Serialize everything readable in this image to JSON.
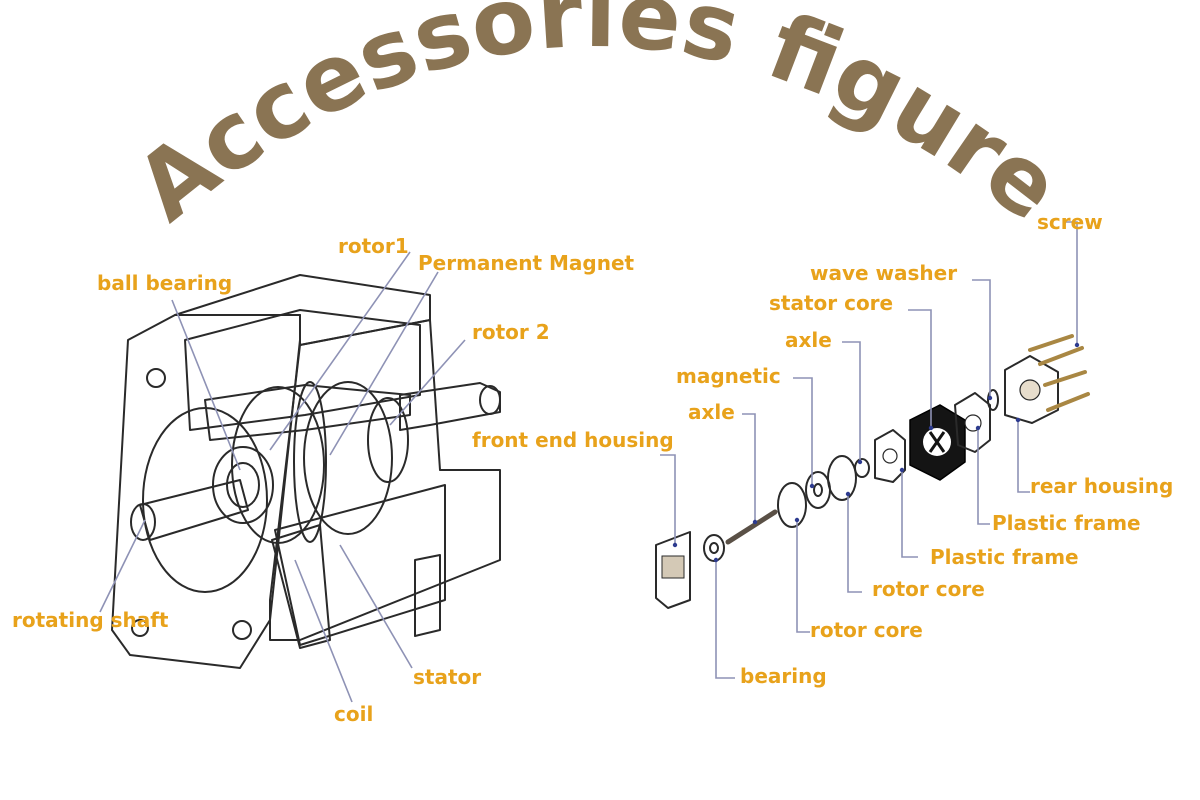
{
  "title": "Accessories figure",
  "labels": {
    "rotor1": "rotor1",
    "permanent_magnet": "Permanent Magnet",
    "ball_bearing": "ball bearing",
    "rotor2": "rotor 2",
    "front_end_housing": "front end housing",
    "rotating_shaft": "rotating shaft",
    "stator": "stator",
    "coil": "coil",
    "screw": "screw",
    "wave_washer": "wave washer",
    "stator_core": "stator core",
    "axle_top": "axle",
    "magnetic": "magnetic",
    "axle": "axle",
    "rear_housing": "rear housing",
    "plastic_frame_1": "Plastic frame",
    "plastic_frame_2": "Plastic frame",
    "rotor_core_1": "rotor core",
    "rotor_core_2": "rotor core",
    "bearing": "bearing"
  },
  "colors": {
    "title": "#8a7453",
    "label": "#e8a21b",
    "leader": "#8e92b5",
    "leader_dot": "#2d3b8f"
  }
}
